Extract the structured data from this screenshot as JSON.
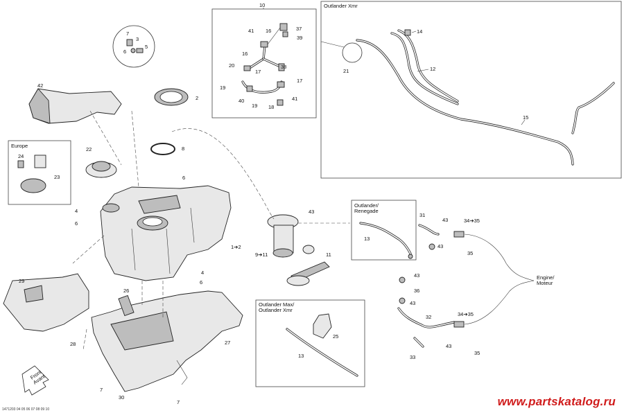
{
  "boxes": {
    "outlander_xmr": "Outlander Xmr",
    "europe": "Europe",
    "outlander_renegade": [
      "Outlander/",
      "Renegade"
    ],
    "outlander_max": [
      "Outlander Max/",
      "Outlander Xmr"
    ],
    "callout_10": "10"
  },
  "engine_label": [
    "Engine/",
    "Moteur"
  ],
  "front_label": [
    "Front",
    "Avant"
  ],
  "callouts": {
    "c1_2": "1➔2",
    "c2": "2",
    "c3": "3",
    "c4a": "4",
    "c4b": "4",
    "c5": "5",
    "c6a": "6",
    "c6b": "6",
    "c6c": "6",
    "c6d": "6",
    "c7a": "7",
    "c7b": "7",
    "c7c": "7",
    "c8": "8",
    "c9_11": "9➔11",
    "c11": "11",
    "c12": "12",
    "c13a": "13",
    "c13b": "13",
    "c14": "14",
    "c15": "15",
    "c16a": "16",
    "c16b": "16",
    "c17a": "17",
    "c17b": "17",
    "c18": "18",
    "c19a": "19",
    "c19b": "19",
    "c20": "20",
    "c21": "21",
    "c22": "22",
    "c23": "23",
    "c24": "24",
    "c25": "25",
    "c26": "26",
    "c27": "27",
    "c28": "28",
    "c29": "29",
    "c30": "30",
    "c31": "31",
    "c32": "32",
    "c33": "33",
    "c34_35a": "34➔35",
    "c34_35b": "34➔35",
    "c35a": "35",
    "c35b": "35",
    "c36": "36",
    "c37": "37",
    "c38": "38",
    "c39": "39",
    "c40": "40",
    "c41a": "41",
    "c41b": "41",
    "c42": "42",
    "c43a": "43",
    "c43b": "43",
    "c43c": "43",
    "c43d": "43",
    "c43e": "43",
    "c43f": "43"
  },
  "watermark": "www.partskatalog.ru",
  "drawing_ref": "1471203 04 05 06 07 08 09 10"
}
